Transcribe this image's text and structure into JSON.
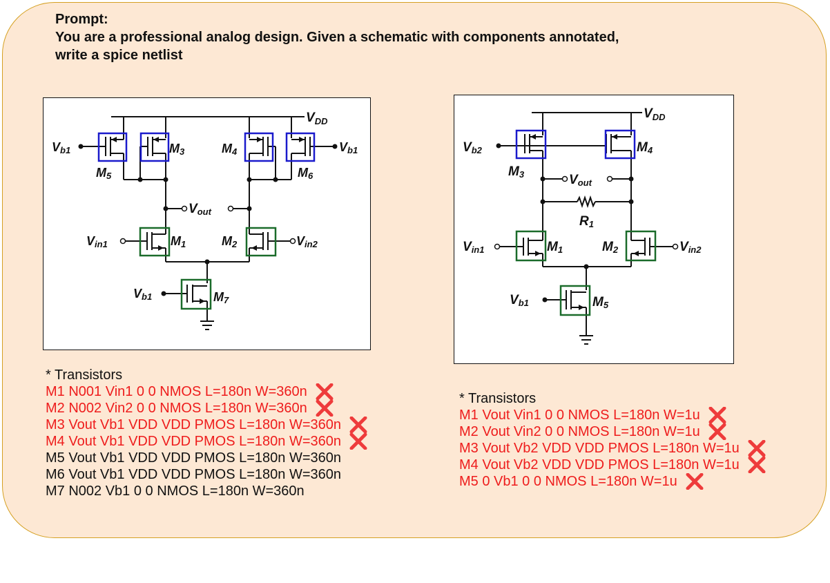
{
  "prompt": {
    "line1": "Prompt:",
    "line2": "You are a professional analog design. Given a schematic with components annotated,",
    "line3": "write a spice netlist"
  },
  "colors": {
    "panel_bg": "#fde8d4",
    "panel_border": "#d5a021",
    "pmos_box": "#1a1acc",
    "nmos_box": "#1a6b2a",
    "wrong_text": "#ee1c1c",
    "x_mark": "#ee3b3b"
  },
  "left_schematic": {
    "vdd": "V",
    "vdd_sub": "DD",
    "vb1": "V",
    "vb1_sub": "b1",
    "vout": "V",
    "vout_sub": "out",
    "vin1": "V",
    "vin1_sub": "in1",
    "vin2": "V",
    "vin2_sub": "in2",
    "m": "M",
    "m1": "1",
    "m2": "2",
    "m3": "3",
    "m4": "4",
    "m5": "5",
    "m6": "6",
    "m7": "7"
  },
  "right_schematic": {
    "vdd": "V",
    "vdd_sub": "DD",
    "vb2": "V",
    "vb2_sub": "b2",
    "vb1": "V",
    "vb1_sub": "b1",
    "vout": "V",
    "vout_sub": "out",
    "vin1": "V",
    "vin1_sub": "in1",
    "vin2": "V",
    "vin2_sub": "in2",
    "r": "R",
    "r1": "1",
    "m": "M",
    "m1": "1",
    "m2": "2",
    "m3": "3",
    "m4": "4",
    "m5": "5"
  },
  "left_netlist": {
    "header": "* Transistors",
    "lines": [
      {
        "text": "M1 N001 Vin1 0 0 NMOS L=180n W=360n",
        "status": "wrong"
      },
      {
        "text": "M2 N002 Vin2 0 0 NMOS L=180n W=360n",
        "status": "wrong"
      },
      {
        "text": "M3 Vout Vb1 VDD VDD PMOS L=180n W=360n",
        "status": "wrong"
      },
      {
        "text": "M4 Vout Vb1 VDD VDD PMOS L=180n W=360n",
        "status": "wrong"
      },
      {
        "text": "M5 Vout Vb1 VDD VDD PMOS L=180n W=360n",
        "status": "ok"
      },
      {
        "text": "M6 Vout Vb1 VDD VDD PMOS L=180n W=360n",
        "status": "ok"
      },
      {
        "text": "M7 N002 Vb1 0 0 NMOS L=180n W=360n",
        "status": "ok"
      }
    ]
  },
  "right_netlist": {
    "header": "* Transistors",
    "lines": [
      {
        "text": "M1 Vout Vin1 0 0 NMOS L=180n W=1u",
        "status": "wrong"
      },
      {
        "text": "M2 Vout Vin2 0 0 NMOS L=180n W=1u",
        "status": "wrong"
      },
      {
        "text": "M3 Vout Vb2 VDD VDD PMOS L=180n W=1u",
        "status": "wrong"
      },
      {
        "text": "M4 Vout Vb2 VDD VDD PMOS L=180n W=1u",
        "status": "wrong"
      },
      {
        "text": "M5 0 Vb1 0 0 NMOS L=180n W=1u",
        "status": "wrong"
      }
    ]
  }
}
